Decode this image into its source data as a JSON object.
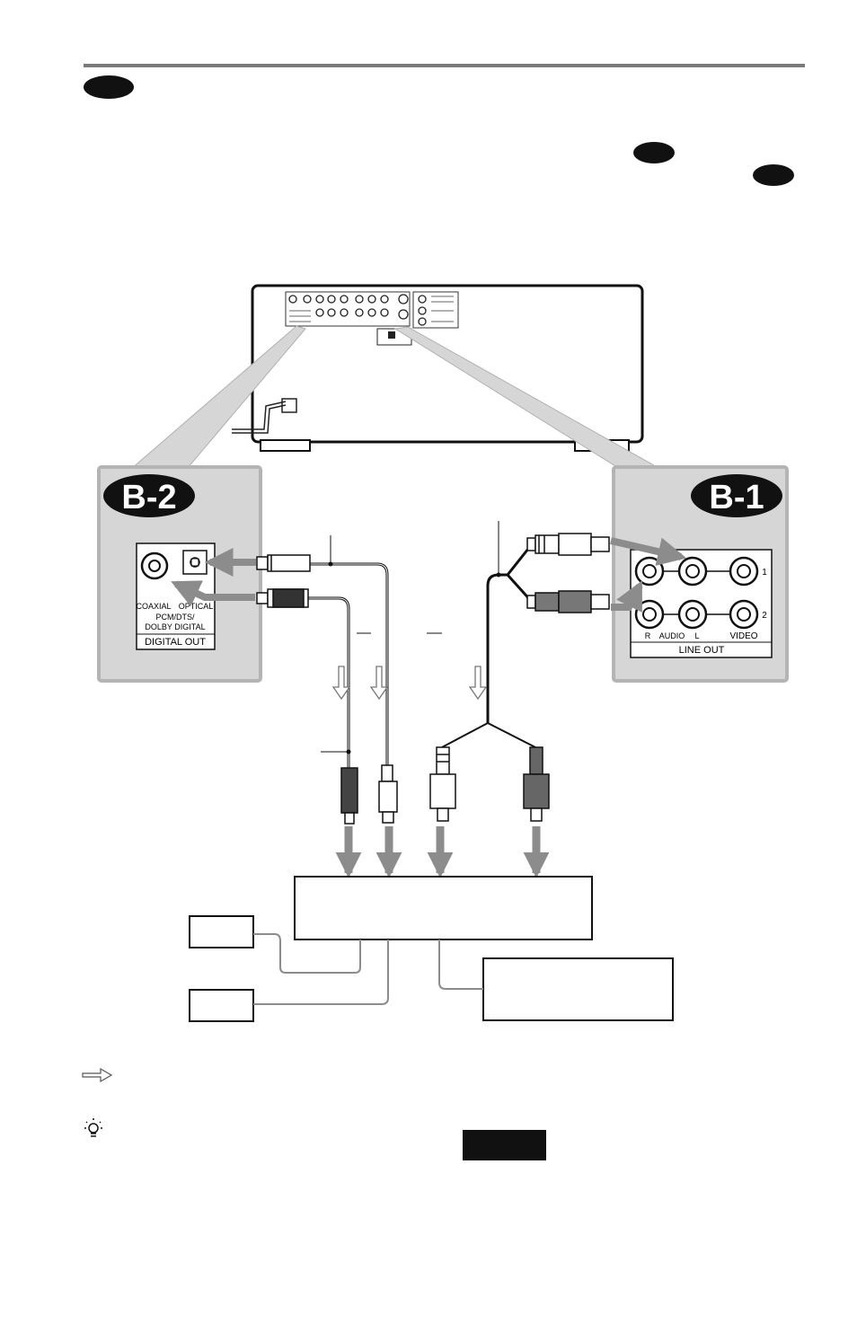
{
  "panels": {
    "b2": {
      "badge": "B-2",
      "coaxial_label": "COAXIAL",
      "optical_label": "OPTICAL",
      "format_line1": "PCM/DTS/",
      "format_line2": "DOLBY DIGITAL",
      "section_label": "DIGITAL  OUT"
    },
    "b1": {
      "badge": "B-1",
      "row1": "1",
      "row2": "2",
      "r_label": "R",
      "audio_label": "AUDIO",
      "l_label": "L",
      "video_label": "VIDEO",
      "section_label": "LINE  OUT"
    }
  },
  "colors": {
    "panel_fill": "#d6d6d6",
    "panel_stroke": "#b4b4b4",
    "arrow_gray": "#8c8c8c",
    "badge_black": "#111111"
  },
  "icons": {
    "signal_flow": "hollow-arrow-icon",
    "tip": "lightbulb-icon"
  }
}
